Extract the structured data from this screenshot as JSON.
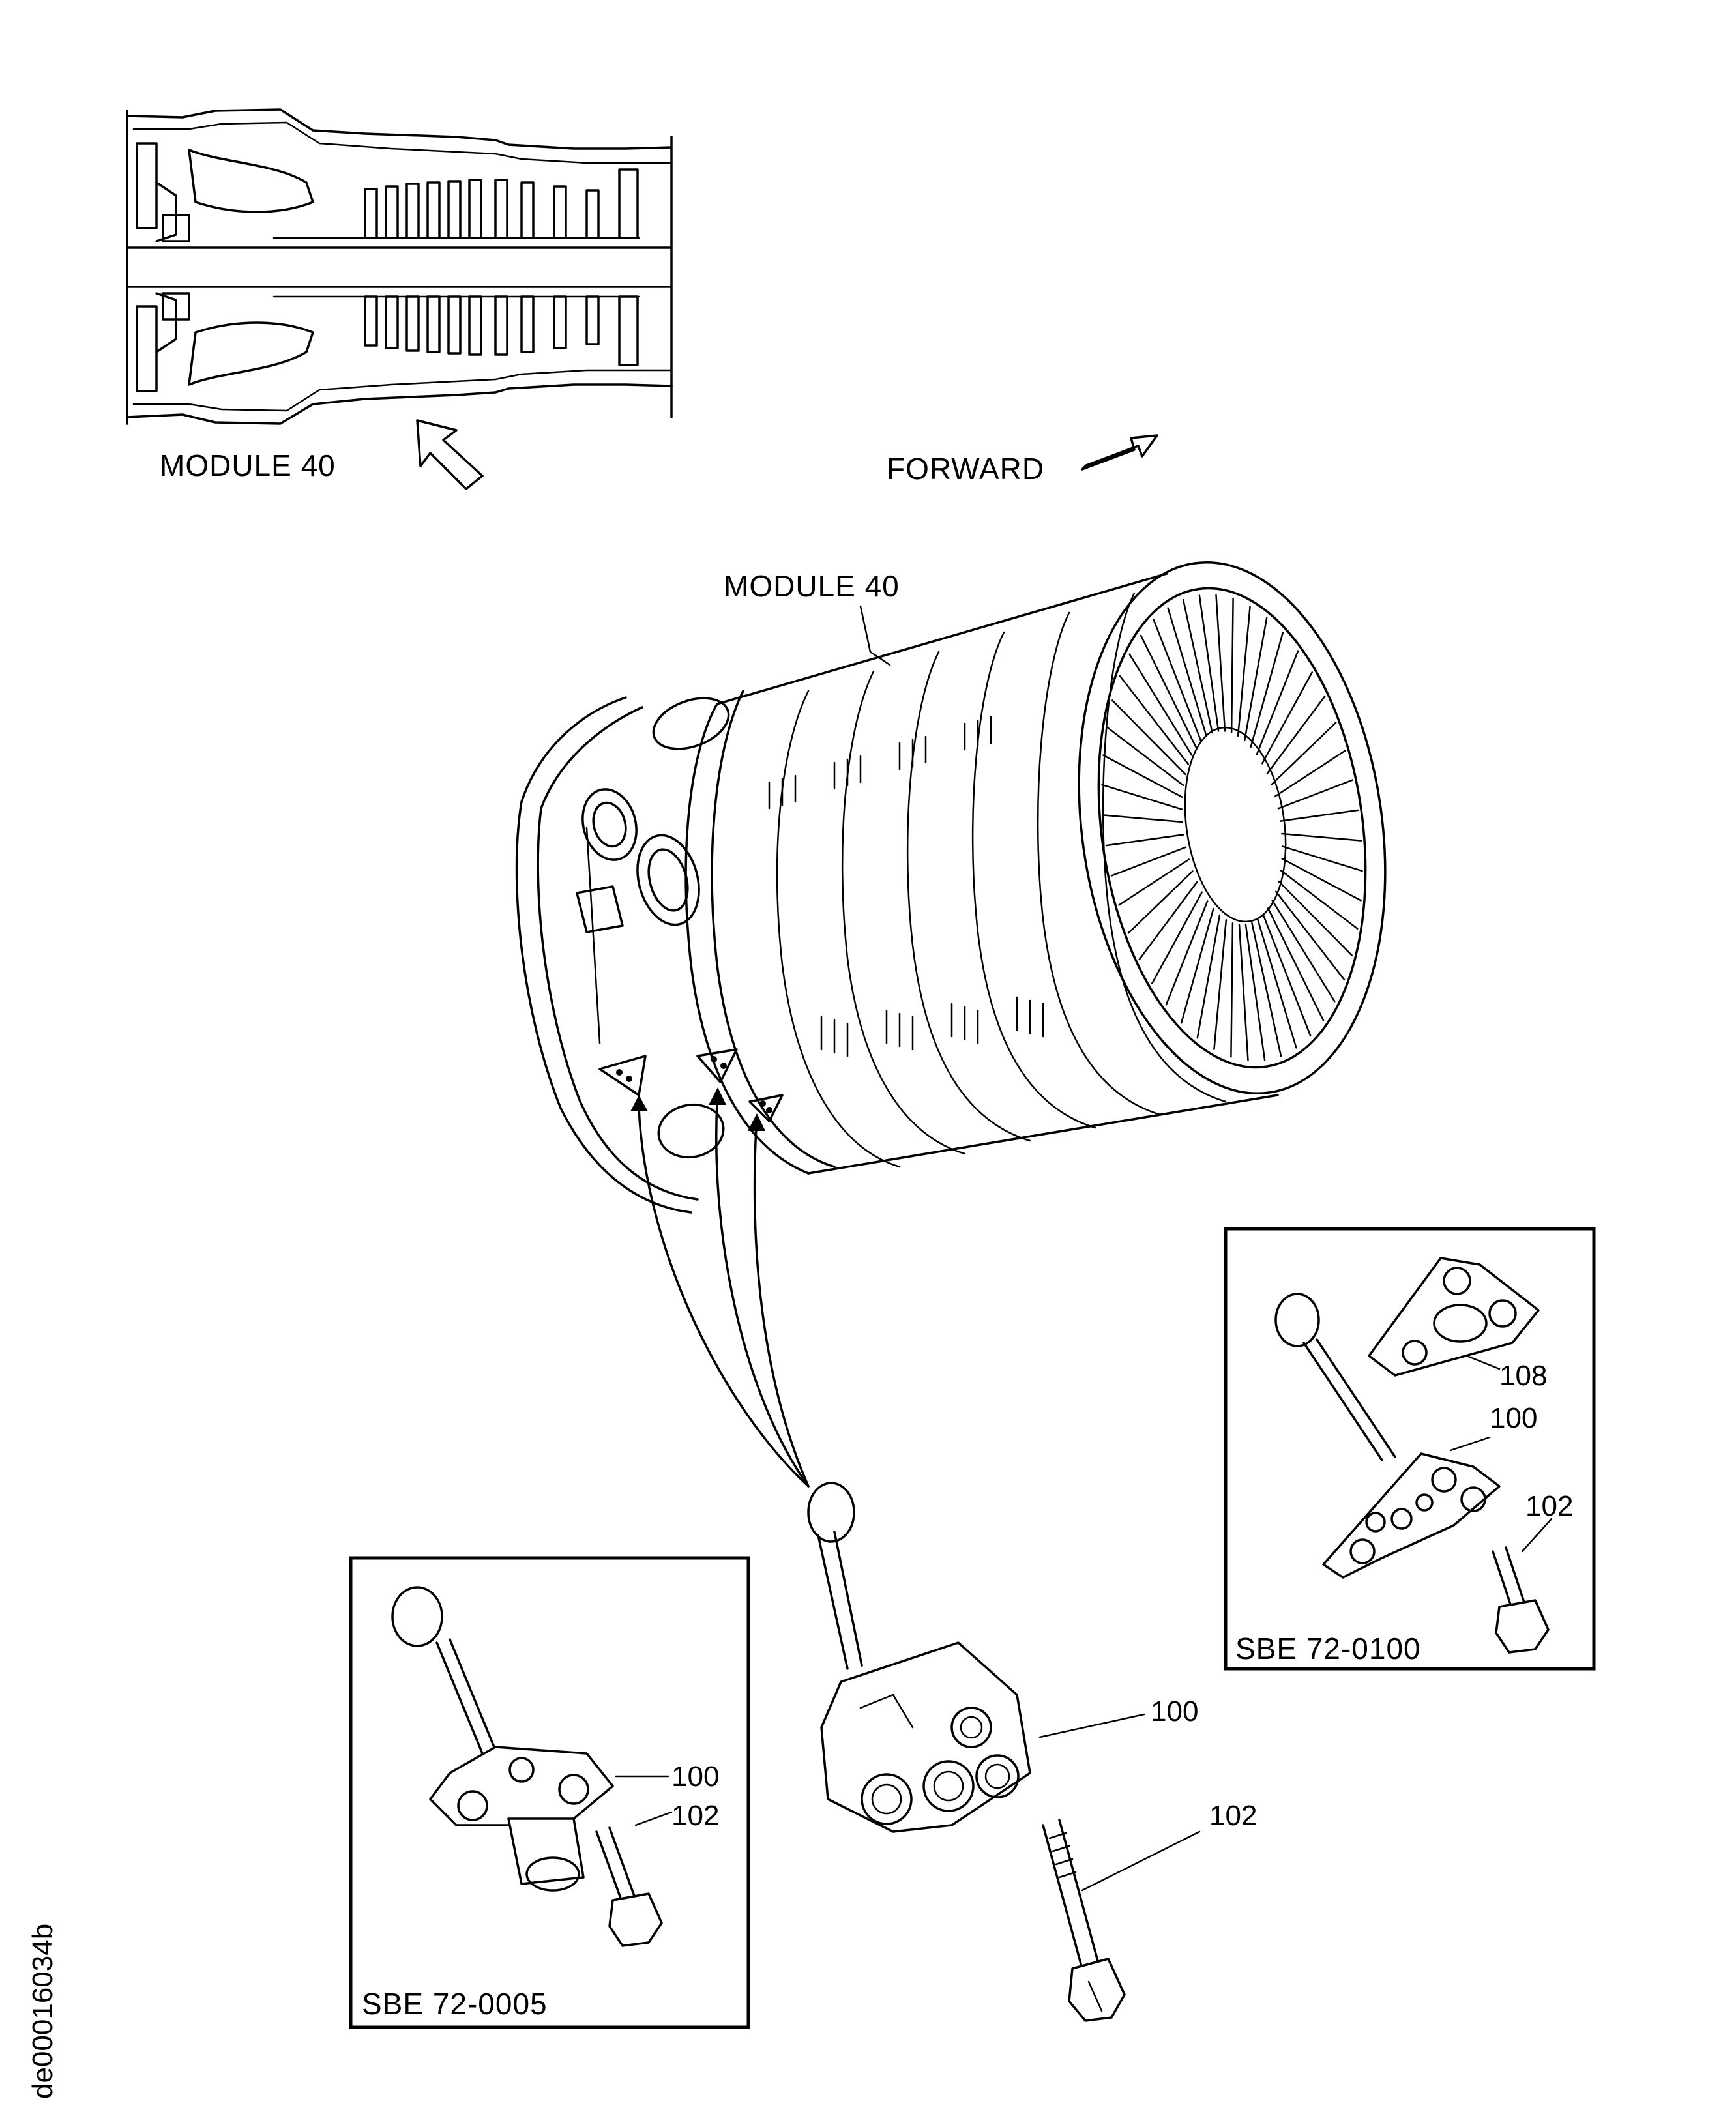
{
  "labels": {
    "module_40_section": "MODULE 40",
    "forward": "FORWARD",
    "module_40_main": "MODULE 40",
    "part_100_main": "100",
    "part_102_main": "102",
    "sbe_0005": {
      "title": "SBE 72-0005",
      "part_100": "100",
      "part_102": "102"
    },
    "sbe_0100": {
      "title": "SBE 72-0100",
      "part_108": "108",
      "part_100": "100",
      "part_102": "102"
    },
    "figure_id": "de00016034b"
  }
}
